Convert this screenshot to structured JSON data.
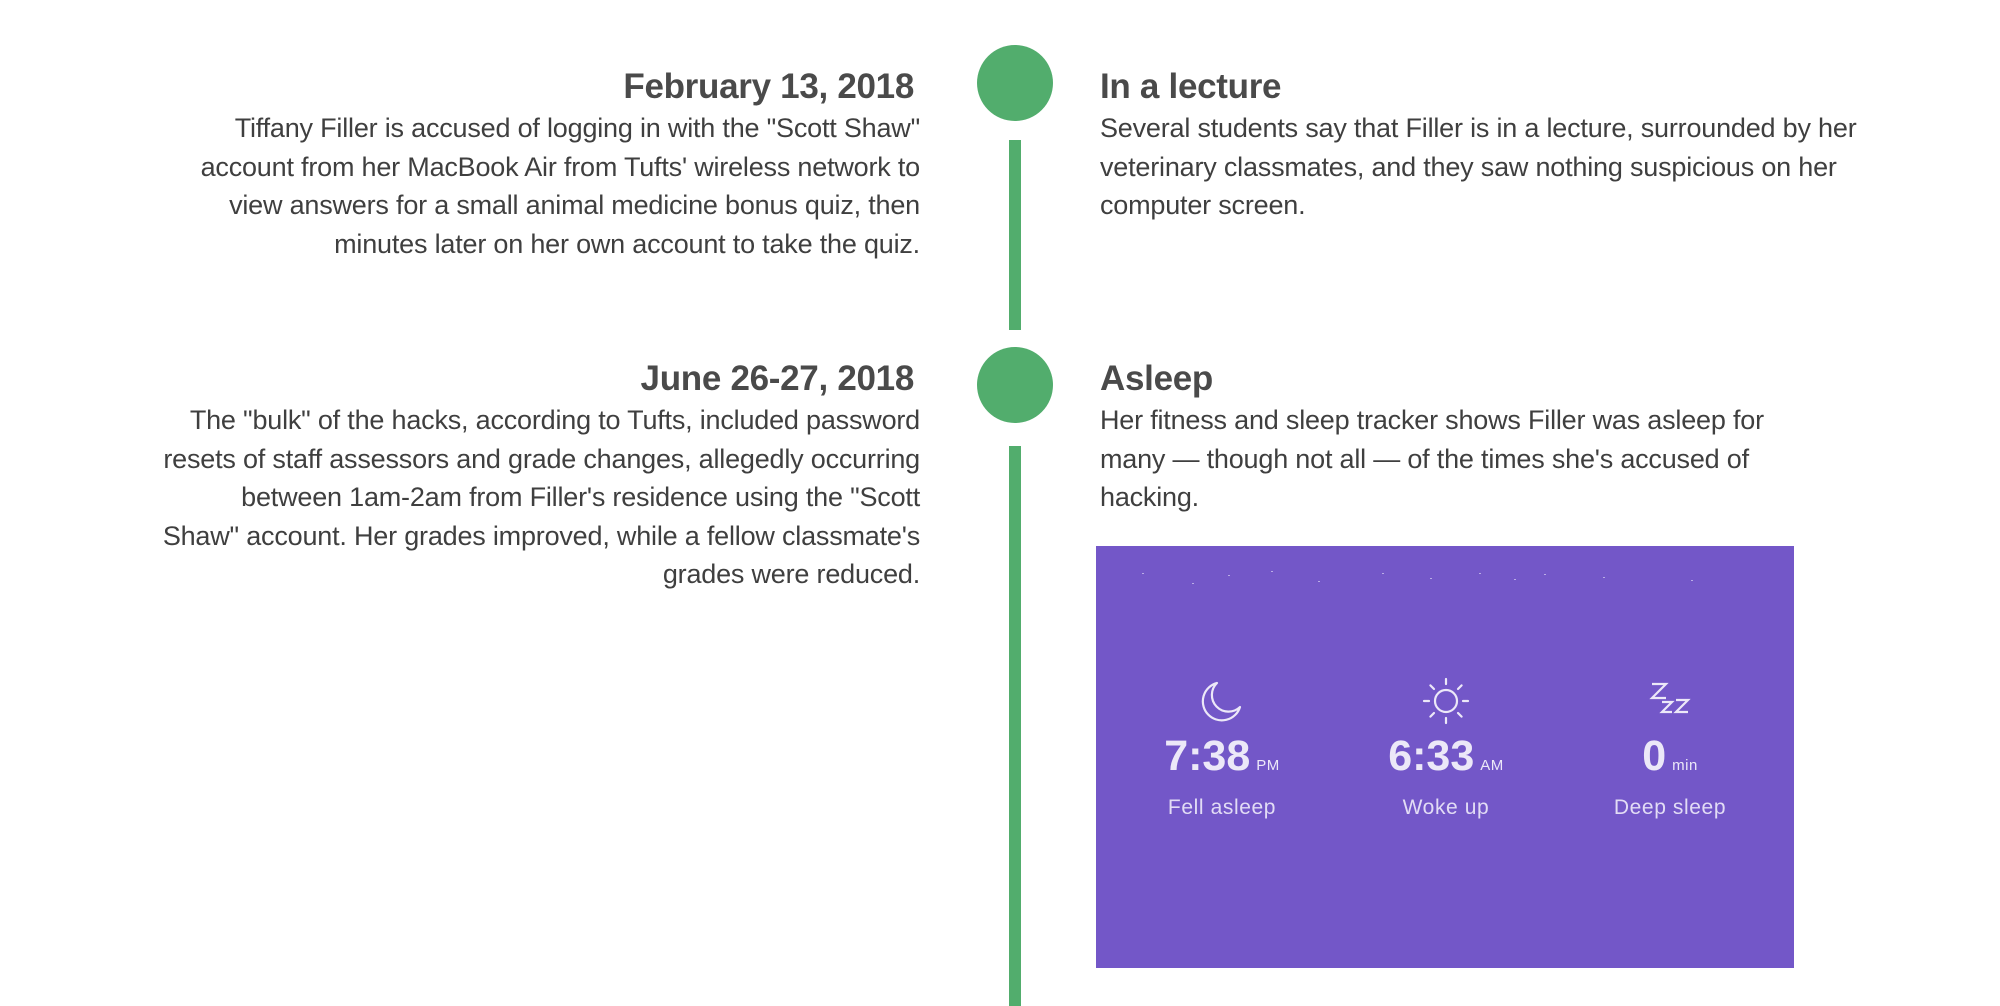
{
  "timeline": {
    "accent_color": "#52ad6d",
    "events": [
      {
        "date": "February 13, 2018",
        "accusation": "Tiffany Filler is accused of logging in with the \"Scott Shaw\" account from her MacBook Air from Tufts' wireless network to view answers for a small animal medicine bonus quiz, then minutes later on her own account to take the quiz.",
        "alibi_title": "In a lecture",
        "alibi_text": "Several students say that Filler is in a lecture, surrounded by her veterinary classmates, and they saw nothing suspicious on her computer screen."
      },
      {
        "date": "June 26-27, 2018",
        "accusation": "The \"bulk\" of the hacks, according to Tufts, included password resets of staff assessors and grade changes, allegedly occurring between 1am-2am from Filler's residence using the \"Scott Shaw\" account. Her grades improved, while a fellow classmate's grades were reduced.",
        "alibi_title": "Asleep",
        "alibi_text": "Her fitness and sleep tracker shows Filler was asleep for many — though not all — of the times she's accused of hacking."
      }
    ]
  },
  "sleep_tracker": {
    "background_color": "#7357c8",
    "stats": [
      {
        "icon": "moon-icon",
        "value": "7:38",
        "unit": "PM",
        "label": "Fell asleep"
      },
      {
        "icon": "sun-icon",
        "value": "6:33",
        "unit": "AM",
        "label": "Woke up"
      },
      {
        "icon": "zzz-icon",
        "value": "0",
        "unit": "min",
        "label": "Deep sleep"
      }
    ]
  }
}
